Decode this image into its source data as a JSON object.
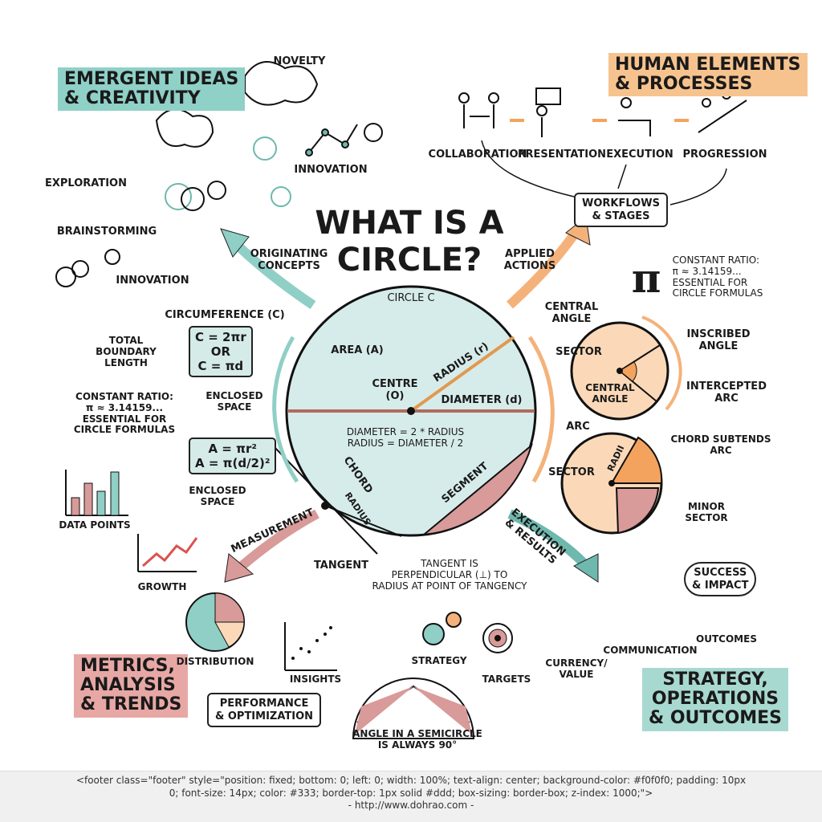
{
  "title": "WHAT IS A\nCIRCLE?",
  "sections": {
    "emergent": "EMERGENT IDEAS\n& CREATIVITY",
    "human": "HUMAN ELEMENTS\n& PROCESSES",
    "metrics": "METRICS,\nANALYSIS\n& TRENDS",
    "strategy": "STRATEGY,\nOPERATIONS\n& OUTCOMES"
  },
  "emergent_labels": [
    "NOVELTY",
    "INNOVATION",
    "EXPLORATION",
    "BRAINSTORMING",
    "INNOVATION"
  ],
  "human_labels": [
    "COLLABORATION",
    "PRESENTATION",
    "EXECUTION",
    "PROGRESSION"
  ],
  "workflows": "WORKFLOWS\n& STAGES",
  "arrows": {
    "originating": "ORIGINATING\nCONCEPTS",
    "applied": "APPLIED\nACTIONS",
    "measurement": "MEASUREMENT",
    "execution": "EXECUTION\n& RESULTS"
  },
  "circle": {
    "name": "CIRCLE C",
    "area": "AREA (A)",
    "radius": "RADIUS (r)",
    "centre": "CENTRE\n(O)",
    "diameter": "DIAMETER (d)",
    "formula": "DIAMETER = 2 * RADIUS\nRADIUS = DIAMETER / 2",
    "chord": "CHORD",
    "radius2": "RADIUS",
    "segment": "SEGMENT",
    "tangent": "TANGENT",
    "tangent_note": "TANGENT IS\nPERPENDICULAR (⊥) TO\nRADIUS AT POINT OF TANGENCY"
  },
  "left": {
    "circumference": "CIRCUMFERENCE (C)",
    "circ_formula": "C = 2πr\nOR\nC = πd",
    "total_boundary": "TOTAL\nBOUNDARY\nLENGTH",
    "constant": "CONSTANT RATIO:\nπ ≈ 3.14159...\nESSENTIAL FOR\nCIRCLE FORMULAS",
    "enclosed1": "ENCLOSED\nSPACE",
    "area_formula": "A = πr²\nA = π(d/2)²",
    "enclosed2": "ENCLOSED\nSPACE"
  },
  "right": {
    "pi_symbol": "π",
    "constant": "CONSTANT RATIO:\nπ ≈ 3.14159...\nESSENTIAL FOR\nCIRCLE FORMULAS",
    "central_angle": "CENTRAL\nANGLE",
    "sector": "SECTOR",
    "central_angle_inner": "CENTRAL\nANGLE",
    "inscribed": "INSCRIBED\nANGLE",
    "intercepted": "INTERCEPTED\nARC",
    "arc": "ARC",
    "sector2": "SECTOR",
    "radii": "RADII",
    "chord_subtends": "CHORD SUBTENDS\nARC",
    "minor_sector": "MINOR\nSECTOR"
  },
  "metrics_labels": [
    "DATA POINTS",
    "GROWTH",
    "DISTRIBUTION",
    "INSIGHTS"
  ],
  "performance": "PERFORMANCE\n& OPTIMIZATION",
  "strategy_labels": [
    "STRATEGY",
    "TARGETS",
    "CURRENCY/\nVALUE",
    "COMMUNICATION",
    "OUTCOMES"
  ],
  "success": "SUCCESS\n& IMPACT",
  "semicircle": "ANGLE IN A SEMICIRCLE\nIS ALWAYS 90°",
  "footer": {
    "code": "<footer class=\"footer\" style=\"position: fixed; bottom: 0; left: 0; width: 100%; text-align: center; background-color: #f0f0f0; padding: 10px 0; font-size: 14px; color: #333; border-top: 1px solid #ddd; box-sizing: border-box; z-index: 1000;\">",
    "url": "- http://www.dohrao.com -"
  },
  "colors": {
    "teal": "#8fcfc6",
    "orange": "#f4b27a",
    "rose": "#d99a9a",
    "peach": "#fbd9b8",
    "tealfill": "#d6ecea"
  }
}
